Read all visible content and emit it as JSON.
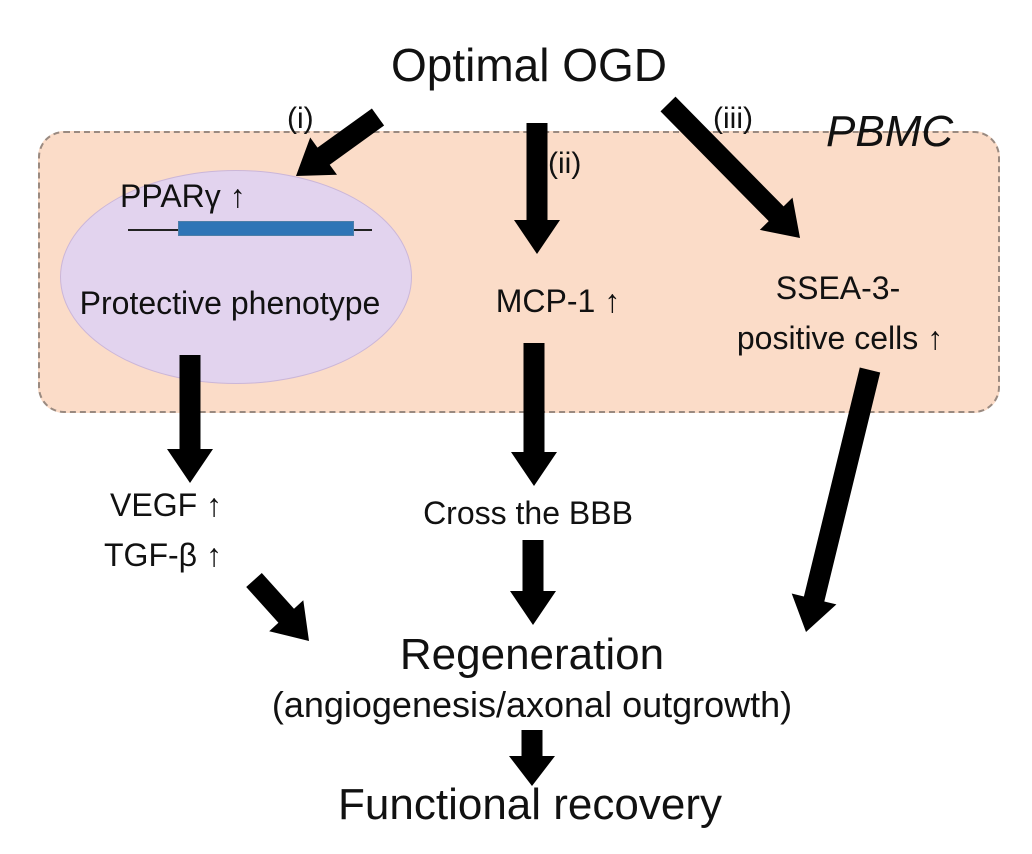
{
  "colors": {
    "pbmc_fill": "#fbdcc8",
    "ellipse_fill": "#e2d3ee",
    "gene_bar": "#2f75b6",
    "arrow": "#000000"
  },
  "labels": {
    "optimal_ogd": "Optimal OGD",
    "pbmc": "PBMC",
    "path_i": "(i)",
    "path_ii": "(ii)",
    "path_iii": "(iii)",
    "ppar": "PPARγ ↑",
    "protective": "Protective phenotype",
    "mcp1": "MCP-1 ↑",
    "ssea_line1": "SSEA-3-",
    "ssea_line2": "positive cells ↑",
    "vegf": "VEGF ↑",
    "tgf": "TGF-β ↑",
    "bbb": "Cross the BBB",
    "regeneration": "Regeneration",
    "regeneration_sub": "(angiogenesis/axonal outgrowth)",
    "functional": "Functional recovery"
  }
}
